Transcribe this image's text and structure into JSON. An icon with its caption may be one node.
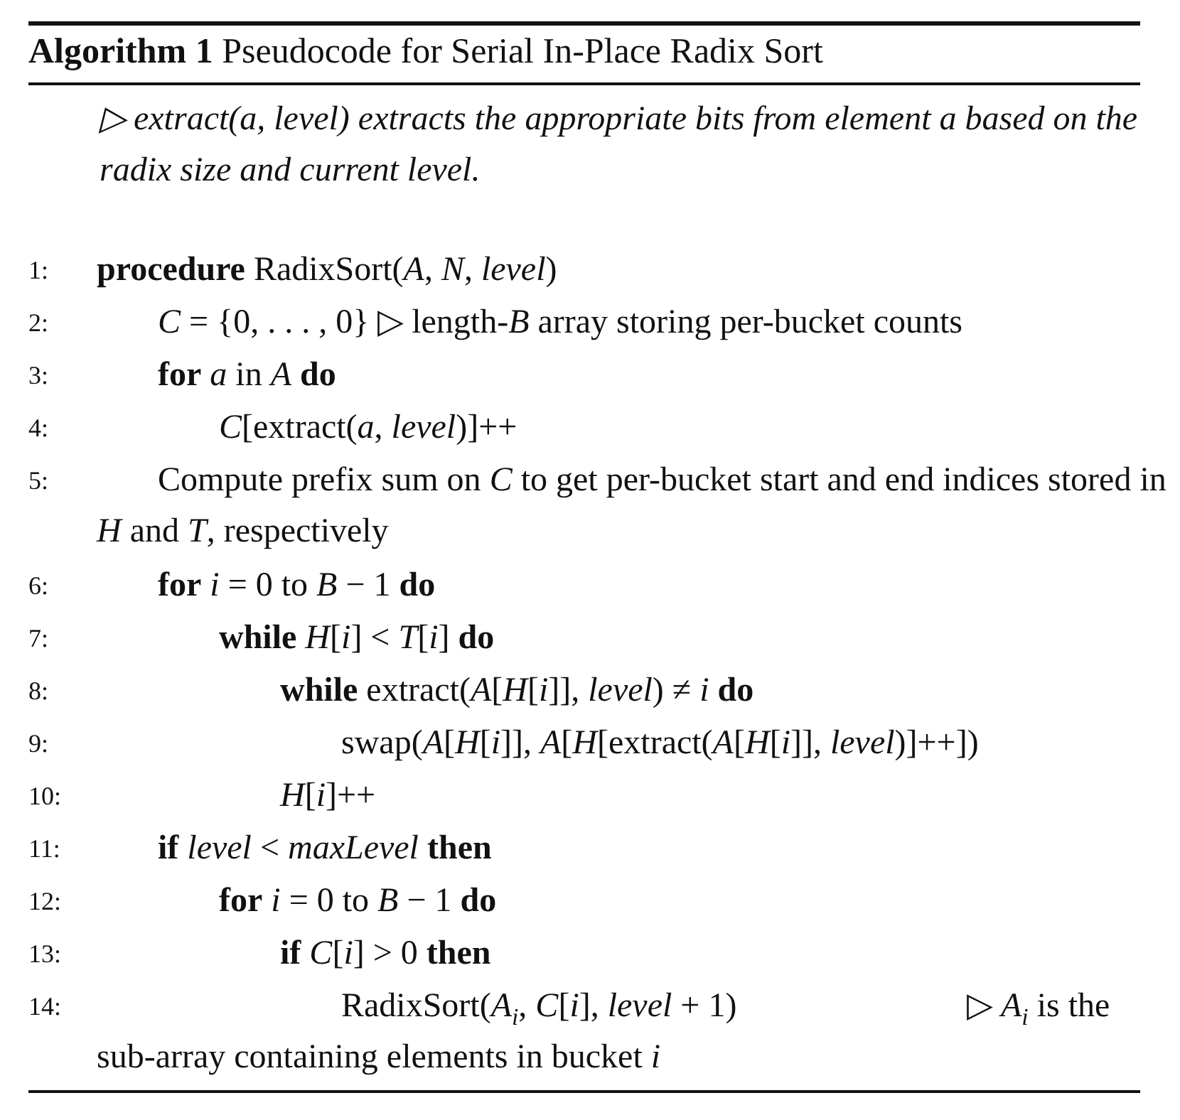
{
  "diagram": {
    "title": "**Algorithm 1** Pseudocode for Serial In-Place Radix Sort",
    "labels": [
      "▷ extract(a, level) extracts the appropriate bits from element a based on the radix size and current level.",
      "1:",
      "**procedure** RadixSort(*A*, *N*, *level*)",
      "2:",
      "*C* = {0, . . . , 0} ▷ length-*B* array storing per-bucket counts",
      "3:",
      "**for** *a* in *A* **do**",
      "4:",
      "*C*[extract(*a*, *level*)]++",
      "5:",
      "Compute prefix sum on *C* to get per-bucket start and end indices stored in *H* and *T*, respectively",
      "6:",
      "**for** *i* = 0 to *B* − 1 **do**",
      "7:",
      "**while** *H*[*i*] < *T*[*i*] **do**",
      "8:",
      "**while** extract(*A*[*H*[*i*]], *level*) ≠ *i* **do**",
      "9:",
      "swap(*A*[*H*[*i*]], *A*[*H*[extract(*A*[*H*[*i*]], *level*)]++])",
      "10:",
      "*H*[*i*]++",
      "11:",
      "**if** *level* < *maxLevel* **then**",
      "12:",
      "**for** *i* = 0 to *B* − 1 **do**",
      "13:",
      "**if** *C*[*i*] > 0 **then**",
      "14:",
      "RadixSort(*A*$_{i}$, *C*[*i*], *level* + 1)",
      "▷ *A*$_{i}$ is the sub-array containing elements in bucket *i*"
    ]
  }
}
